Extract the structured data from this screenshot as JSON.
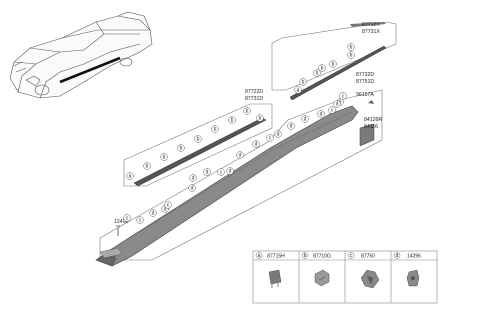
{
  "colors": {
    "line": "#444444",
    "part_fill": "#8a8a8a",
    "part_dark": "#555555",
    "callout_stroke": "#555555",
    "box_stroke": "#777777"
  },
  "labels": {
    "upper_strip": [
      "87712X",
      "87731X"
    ],
    "middle_strip": [
      "87722D",
      "87731D"
    ],
    "sill_strip": [
      "87732D",
      "87751D"
    ],
    "clip": "96157A",
    "end_cap": [
      "84126R",
      "84116"
    ],
    "screw": "12492"
  },
  "legend": [
    {
      "letter": "a",
      "part": "87715H",
      "icon": "clip-a-icon"
    },
    {
      "letter": "b",
      "part": "87710G",
      "icon": "clip-b-icon"
    },
    {
      "letter": "c",
      "part": "87750",
      "icon": "clip-c-icon"
    },
    {
      "letter": "d",
      "part": "14296",
      "icon": "clip-d-icon"
    }
  ],
  "callouts": {
    "upper": [
      "a",
      "b",
      "b",
      "b",
      "b",
      "b",
      "b"
    ],
    "middle": [
      "a",
      "b",
      "b",
      "b",
      "b",
      "b",
      "b",
      "b",
      "b"
    ],
    "middle_lower": [
      "d",
      "d",
      "d",
      "c",
      "d",
      "d",
      "d",
      "c"
    ],
    "sill_top": [
      "d",
      "d",
      "d",
      "b",
      "c"
    ],
    "sill_right": [
      "d",
      "c",
      "d"
    ],
    "front": [
      "c",
      "c",
      "d",
      "d",
      "c"
    ]
  }
}
